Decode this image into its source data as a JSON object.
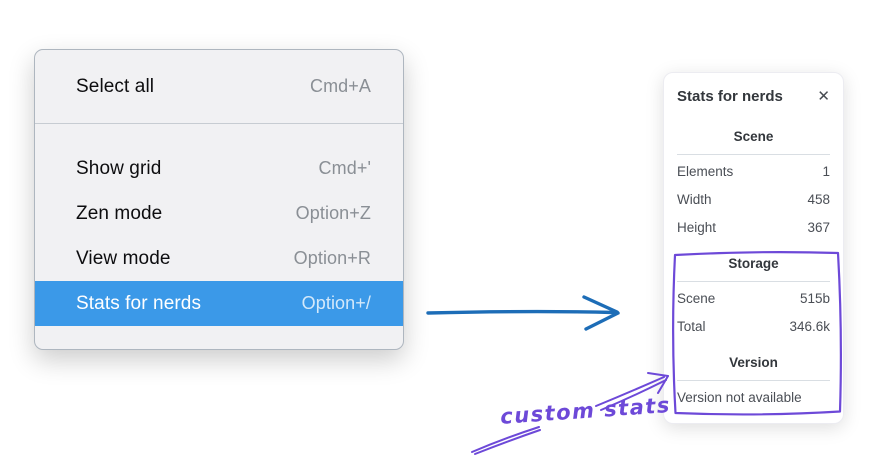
{
  "context_menu": {
    "sections": [
      {
        "items": [
          {
            "label": "Select all",
            "shortcut": "Cmd+A"
          }
        ]
      },
      {
        "items": [
          {
            "label": "Show grid",
            "shortcut": "Cmd+'"
          },
          {
            "label": "Zen mode",
            "shortcut": "Option+Z"
          },
          {
            "label": "View mode",
            "shortcut": "Option+R"
          },
          {
            "label": "Stats for nerds",
            "shortcut": "Option+/"
          }
        ]
      }
    ],
    "highlighted_item": "Stats for nerds",
    "highlight_color": "#3b99e8"
  },
  "stats_panel": {
    "title": "Stats for nerds",
    "close_icon": "✕",
    "sections": [
      {
        "heading": "Scene",
        "rows": [
          {
            "label": "Elements",
            "value": "1"
          },
          {
            "label": "Width",
            "value": "458"
          },
          {
            "label": "Height",
            "value": "367"
          }
        ]
      },
      {
        "heading": "Storage",
        "rows": [
          {
            "label": "Scene",
            "value": "515b"
          },
          {
            "label": "Total",
            "value": "346.6k"
          }
        ]
      },
      {
        "heading": "Version",
        "note": "Version not available"
      }
    ]
  },
  "annotations": {
    "label": "custom stats",
    "annotation_color": "#6d49d8",
    "arrow_color": "#1d6db7"
  }
}
